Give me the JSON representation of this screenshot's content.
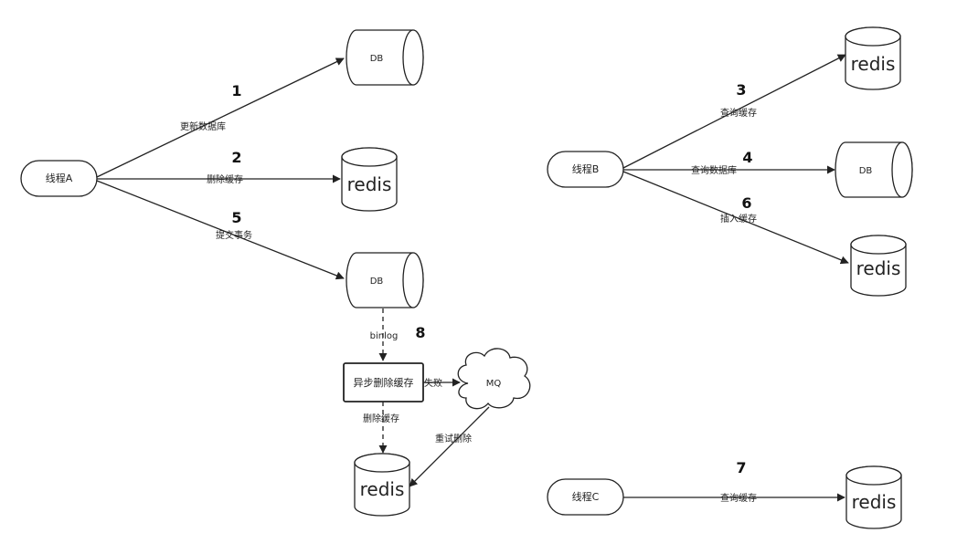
{
  "threads": {
    "a": "线程A",
    "b": "线程B",
    "c": "线程C"
  },
  "stores": {
    "db": "DB",
    "redis": "redis"
  },
  "process": {
    "async_delete": "异步删除缓存"
  },
  "mq": {
    "label": "MQ"
  },
  "edges": {
    "update_db": "更新数据库",
    "delete_cache": "删除缓存",
    "commit_tx": "提交事务",
    "query_cache": "查询缓存",
    "query_db": "查询数据库",
    "insert_cache": "插入缓存",
    "binlog": "binlog",
    "fail": "失败",
    "retry_delete": "重试删除"
  },
  "steps": {
    "s1": "1",
    "s2": "2",
    "s3": "3",
    "s4": "4",
    "s5": "5",
    "s6": "6",
    "s7": "7",
    "s8": "8"
  }
}
